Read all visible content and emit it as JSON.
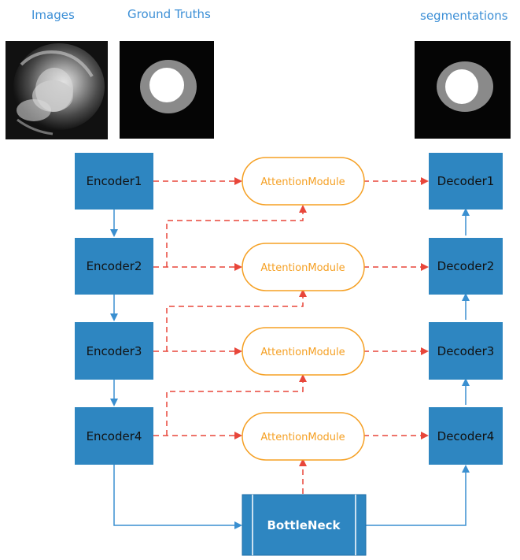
{
  "headers": {
    "images": "Images",
    "ground_truths": "Ground Truths",
    "segmentations": "segmentations"
  },
  "encoders": [
    "Encoder1",
    "Encoder2",
    "Encoder3",
    "Encoder4"
  ],
  "decoders": [
    "Decoder1",
    "Decoder2",
    "Decoder3",
    "Decoder4"
  ],
  "attention": [
    "AttentionModule",
    "AttentionModule",
    "AttentionModule",
    "AttentionModule"
  ],
  "bottleneck": "BottleNeck",
  "colors": {
    "block": "#2e86c1",
    "solid_arrow": "#3a8fd0",
    "dashed_arrow": "#e8463a",
    "attention_border": "#f5a024",
    "attention_text": "#f5a024",
    "header_text": "#3c8fd6"
  }
}
